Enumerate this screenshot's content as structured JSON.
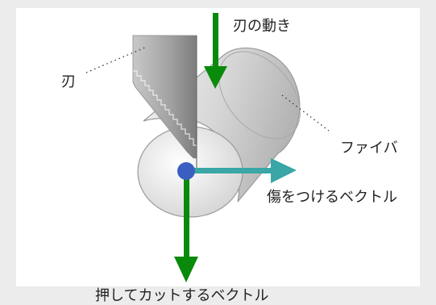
{
  "labels": {
    "blade_motion": "刃の動き",
    "blade": "刃",
    "fiber": "ファイバ",
    "scoring_vector": "傷をつけるベクトル",
    "pushing_vector": "押してカットするベクトル"
  },
  "colors": {
    "background": "#ececec",
    "panel": "#ffffff",
    "motion_arrow": "#0a8a0a",
    "push_arrow": "#0a8a0a",
    "scoring_arrow": "#3aa6a6",
    "contact_point": "#3b5fc0",
    "blade": "#9a9a9a",
    "fiber": "#d8d8d8"
  }
}
